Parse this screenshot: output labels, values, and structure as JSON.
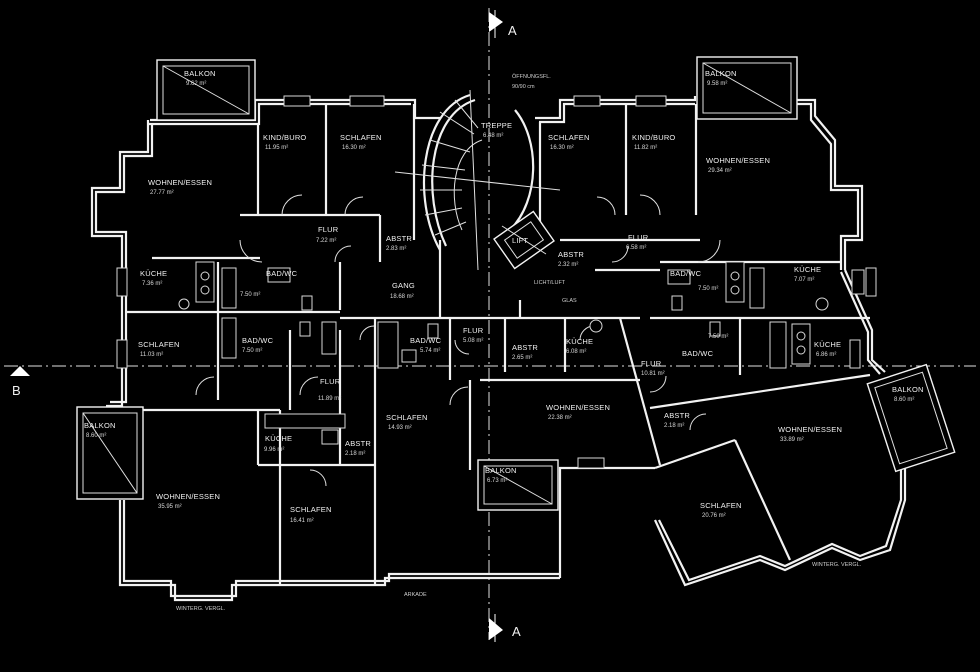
{
  "section_marks": {
    "a_top": "A",
    "a_bottom": "A",
    "b_left": "B"
  },
  "labels": {
    "balkon_nw": "BALKON",
    "balkon_nw_area": "9.62 m²",
    "balkon_ne": "BALKON",
    "balkon_ne_area": "9.58 m²",
    "balkon_w": "BALKON",
    "balkon_w_area": "8.60 m²",
    "balkon_s": "BALKON",
    "balkon_s_area": "6.73 m²",
    "balkon_e": "BALKON",
    "balkon_e_area": "8.60 m²",
    "kind_buro_w": "KIND/BURO",
    "kind_buro_w_area": "11.95 m²",
    "schlafen_nw": "SCHLAFEN",
    "schlafen_nw_area": "16.30 m²",
    "schlafen_ne": "SCHLAFEN",
    "schlafen_ne_area": "16.30 m²",
    "kind_buro_e": "KIND/BURO",
    "kind_buro_e_area": "11.82 m²",
    "wohnen_nw": "WOHNEN/ESSEN",
    "wohnen_nw_area": "27.77 m²",
    "wohnen_ne": "WOHNEN/ESSEN",
    "wohnen_ne_area": "29.34 m²",
    "treppe": "TREPPE",
    "treppe_area": "6.48 m²",
    "oeffnung": "ÖFFNUNGSFL.",
    "oeffnung_dim": "90/90 cm",
    "flur_nw": "FLUR",
    "flur_nw_area": "7.22 m²",
    "abstr_nw": "ABSTR",
    "abstr_nw_area": "2.83 m²",
    "flur_ne": "FLUR",
    "flur_ne_area": "6.58 m²",
    "abstr_ne": "ABSTR",
    "abstr_ne_area": "2.32 m²",
    "lift": "LIFT",
    "gang": "GANG",
    "gang_area": "18.68 m²",
    "licht_luft": "LICHT/LUFT",
    "glas": "GLAS",
    "kueche_nw": "KÜCHE",
    "kueche_nw_area": "7.36 m²",
    "bad_wc_nw": "BAD/WC",
    "bad_wc_nw_area": "7.50 m²",
    "bad_wc_ne": "BAD/WC",
    "bad_wc_ne_area": "7.50 m²",
    "kueche_ne": "KÜCHE",
    "kueche_ne_area": "7.07 m²",
    "schlafen_w": "SCHLAFEN",
    "schlafen_w_area": "11.03 m²",
    "bad_wc_w": "BAD/WC",
    "bad_wc_w_area": "7.50 m²",
    "bad_wc_c": "BAD/WC",
    "bad_wc_c_area": "5.74 m²",
    "flur_c": "FLUR",
    "flur_c_area": "5.08 m²",
    "abstr_c": "ABSTR",
    "abstr_c_area": "2.65 m²",
    "kueche_c": "KÜCHE",
    "kueche_c_area": "6.08 m²",
    "bad_wc_e": "BAD/WC",
    "bad_wc_e_area": "7.50 m²",
    "kueche_e": "KÜCHE",
    "kueche_e_area": "6.86 m²",
    "flur_w": "FLUR",
    "flur_w_area": "11.89 m²",
    "schlafen_c": "SCHLAFEN",
    "schlafen_c_area": "14.93 m²",
    "wohnen_c": "WOHNEN/ESSEN",
    "wohnen_c_area": "22.38 m²",
    "flur_e": "FLUR",
    "flur_e_area": "10.81 m²",
    "abstr_e": "ABSTR",
    "abstr_e_area": "2.18 m²",
    "wohnen_e": "WOHNEN/ESSEN",
    "wohnen_e_area": "33.89 m²",
    "kueche_w": "KÜCHE",
    "kueche_w_area": "9.96 m²",
    "abstr_w": "ABSTR",
    "abstr_w_area": "2.18 m²",
    "wohnen_sw": "WOHNEN/ESSEN",
    "wohnen_sw_area": "35.95 m²",
    "schlafen_sw": "SCHLAFEN",
    "schlafen_sw_area": "16.41 m²",
    "schlafen_se": "SCHLAFEN",
    "schlafen_se_area": "20.76 m²",
    "arkade": "ARKADE",
    "vorbau_sw": "WINTERG. VERGL.",
    "vorbau_se": "WINTERG. VERGL."
  }
}
